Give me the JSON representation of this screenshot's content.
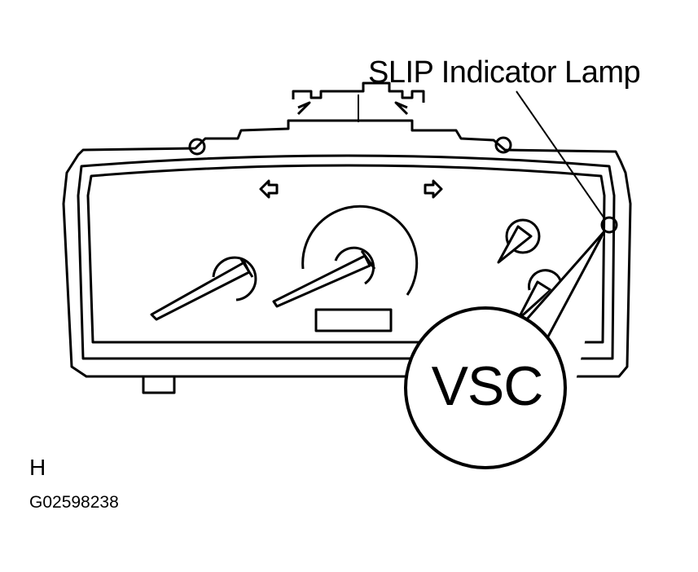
{
  "callout": {
    "label": "SLIP Indicator Lamp"
  },
  "magnifier": {
    "text": "VSC"
  },
  "reference": {
    "letter": "H",
    "code": "G02598238"
  },
  "colors": {
    "ink": "#000000",
    "background": "#ffffff"
  },
  "icons": [
    "left-turn-arrow-icon",
    "right-turn-arrow-icon"
  ]
}
